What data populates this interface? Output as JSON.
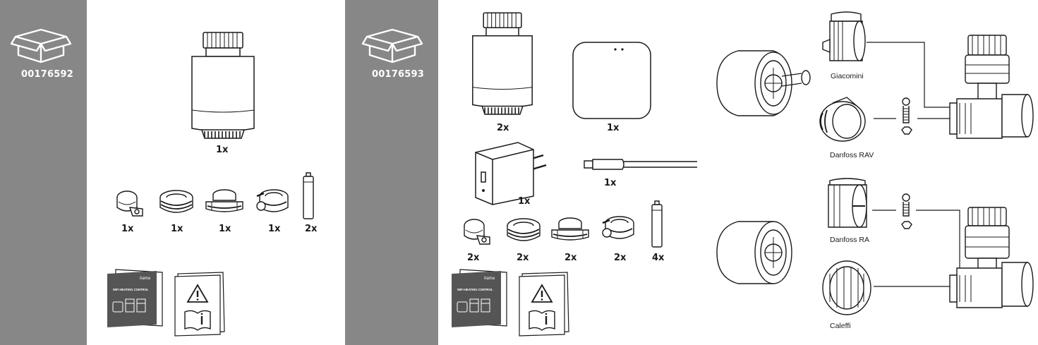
{
  "panel_left": {
    "article_number": "00176592",
    "thermostat_qty": "1x",
    "adapter_qtys": [
      "1x",
      "1x",
      "1x",
      "1x",
      "2x"
    ]
  },
  "panel_right": {
    "article_number": "00176593",
    "thermostat_qty": "2x",
    "gateway_qty": "1x",
    "power_adapter_qty": "1x",
    "cable_qty": "1x",
    "adapter_qtys": [
      "2x",
      "2x",
      "2x",
      "2x",
      "4x"
    ]
  },
  "manual_brand": "hama",
  "manual_title": "WIFI HEATING CONTROL",
  "valve_labels": {
    "giacomini": "Giacomini",
    "danfoss_rav": "Danfoss RAV",
    "danfoss_ra": "Danfoss RA",
    "caleffi": "Caleffi"
  },
  "colors": {
    "band": "#878787",
    "line": "#1a1a1a"
  }
}
